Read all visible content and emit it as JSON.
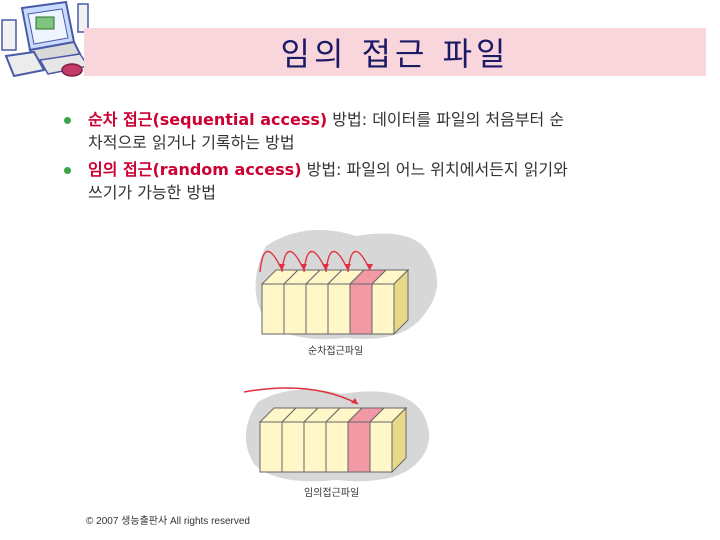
{
  "title": "임의 접근 파일",
  "bullets": [
    {
      "term": "순차 접근(sequential access)",
      "line1": " 방법: 데이터를 파일의 처음부터 순",
      "line2": "차적으로 읽거나 기록하는 방법"
    },
    {
      "term": "임의 접근(random access)",
      "line1": " 방법: 파일의 어느 위치에서든지 읽기와",
      "line2": "쓰기가 가능한 방법"
    }
  ],
  "diagram1": {
    "caption": "순차접근파일",
    "arrow_count": 5,
    "highlight_index": 4,
    "block_count": 6
  },
  "diagram2": {
    "caption": "임의접근파일",
    "highlight_index": 4,
    "block_count": 6
  },
  "footer": "© 2007 생능출판사 All rights reserved",
  "colors": {
    "title_bar": "#f9d6dc",
    "title_text": "#1a1a66",
    "emphasis": "#cc0033",
    "bullet_dot": "#3da34a",
    "block_face": "#fff7c8",
    "block_highlight": "#f19aa6",
    "cloud": "#d7d7d7",
    "arrow": "#e03040"
  }
}
